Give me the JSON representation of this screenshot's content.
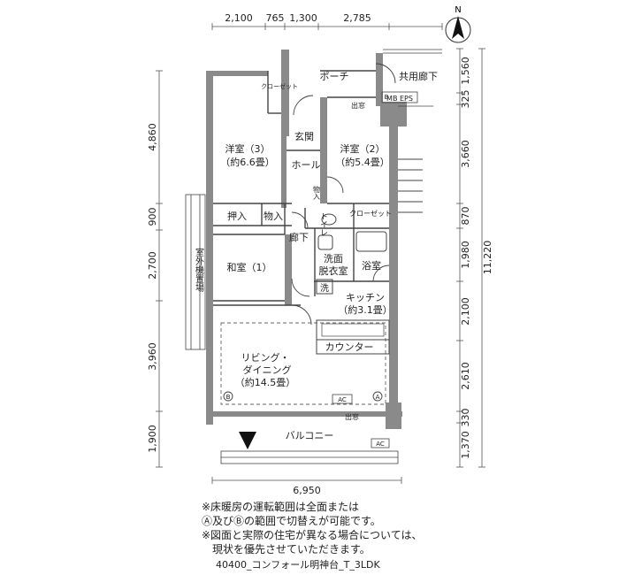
{
  "compass": {
    "label": "N"
  },
  "dimensions": {
    "top": [
      "2,100",
      "765",
      "1,300",
      "2,785"
    ],
    "bottom": "6,950",
    "left": [
      "4,860",
      "900",
      "2,700",
      "3,960",
      "1,900"
    ],
    "right": [
      "1,560",
      "325",
      "3,660",
      "870",
      "1,980",
      "2,100",
      "2,610",
      "330",
      "1,370"
    ],
    "right_total": "11,220"
  },
  "rooms": {
    "porch": "ポーチ",
    "shared_corridor": "共用廊下",
    "closet_small": "クロー\nゼット",
    "mb_eps": "MB EPS",
    "b_mark": "B",
    "window_label_top": "出窓",
    "western3_name": "洋室（3）",
    "western3_size": "（約6.6畳）",
    "entrance": "玄関",
    "hall": "ホール",
    "western2_name": "洋室（2）",
    "western2_size": "（約5.4畳）",
    "storage_vertical": "物入",
    "oshiire": "押入",
    "storage": "物入",
    "toilet": "トイレ",
    "closet_right": "クロー\nゼット",
    "corridor": "廊下",
    "outdoor_unit": "室外機置場",
    "japanese_name": "和室（1）",
    "washroom_1": "洗面",
    "washroom_2": "脱衣室",
    "bathroom": "浴室",
    "washer": "洗",
    "kitchen_name": "キッチン",
    "kitchen_size": "（約3.1畳）",
    "counter": "カウンター",
    "living_1": "リビング・",
    "living_2": "ダイニング",
    "living_size": "（約14.5畳）",
    "mark_b": "B",
    "mark_a": "A",
    "ac": "AC",
    "window_label_bottom": "出窓",
    "balcony": "バルコニー",
    "ac_balcony": "AC"
  },
  "notes": [
    "※床暖房の運転範囲は全面または",
    "Ⓐ及びⒷの範囲で切替えが可能です。",
    "※図面と実際の住宅が異なる場合については、",
    "　現状を優先させていただきます。"
  ],
  "caption": "40400_コンフォール明神台_T_3LDK"
}
